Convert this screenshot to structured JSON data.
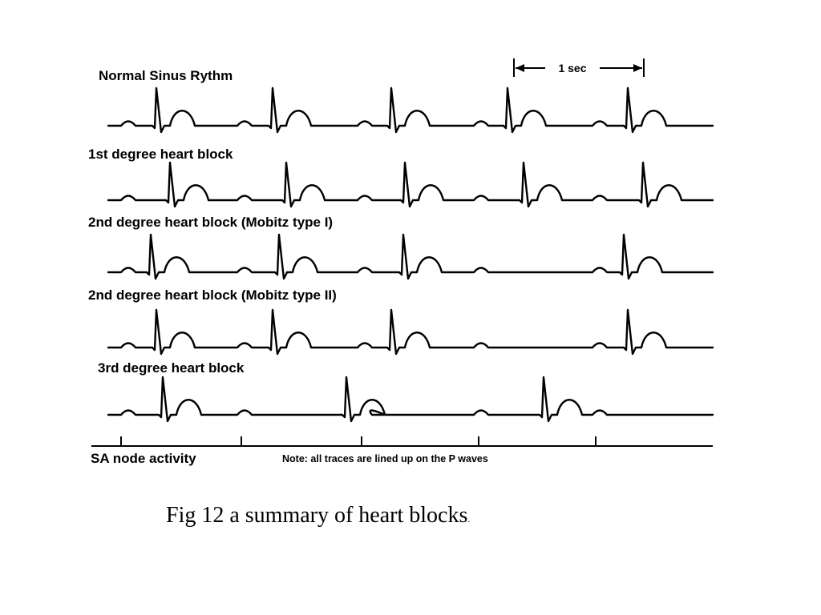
{
  "scale_label": "1 sec",
  "rows": [
    {
      "label": "Normal Sinus Rythm",
      "p_waves": [
        160,
        305,
        455,
        600,
        748
      ],
      "qrs": [
        195,
        340,
        488,
        633,
        783
      ]
    },
    {
      "label": "1st degree heart block",
      "p_waves": [
        160,
        305,
        455,
        600,
        748
      ],
      "qrs": [
        212,
        357,
        505,
        653,
        802
      ]
    },
    {
      "label": "2nd degree heart block (Mobitz type I)",
      "p_waves": [
        160,
        305,
        455,
        600,
        748
      ],
      "qrs": [
        188,
        348,
        503,
        778
      ]
    },
    {
      "label": "2nd degree heart block (Mobitz type II)",
      "p_waves": [
        160,
        305,
        455,
        600,
        748
      ],
      "qrs": [
        195,
        340,
        488,
        783
      ]
    },
    {
      "label": "3rd degree heart block",
      "p_waves": [
        160,
        305,
        455,
        600,
        748
      ],
      "qrs": [
        203,
        432,
        678
      ]
    }
  ],
  "sa_node_label": "SA node activity",
  "note": "Note: all traces are lined up on the P waves",
  "caption": "Fig 12 a summary of heart blocks",
  "caption_suffix": "."
}
